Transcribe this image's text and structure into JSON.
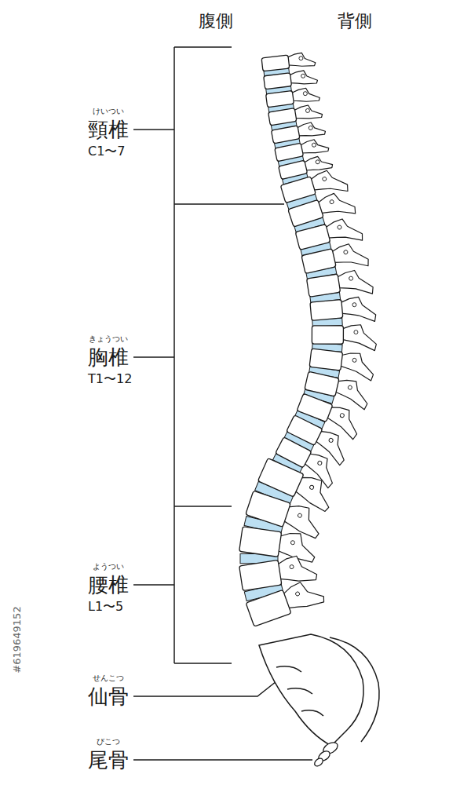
{
  "diagram": {
    "labels": [
      "腹側",
      "背側",
      "けいつい",
      "頸椎",
      "C1〜7",
      "きょうつい",
      "胸椎",
      "T1〜12",
      "ようつい",
      "腰椎",
      "L1〜5",
      "せんこつ",
      "仙骨",
      "びこつ",
      "尾骨",
      "#619649152"
    ]
  }
}
